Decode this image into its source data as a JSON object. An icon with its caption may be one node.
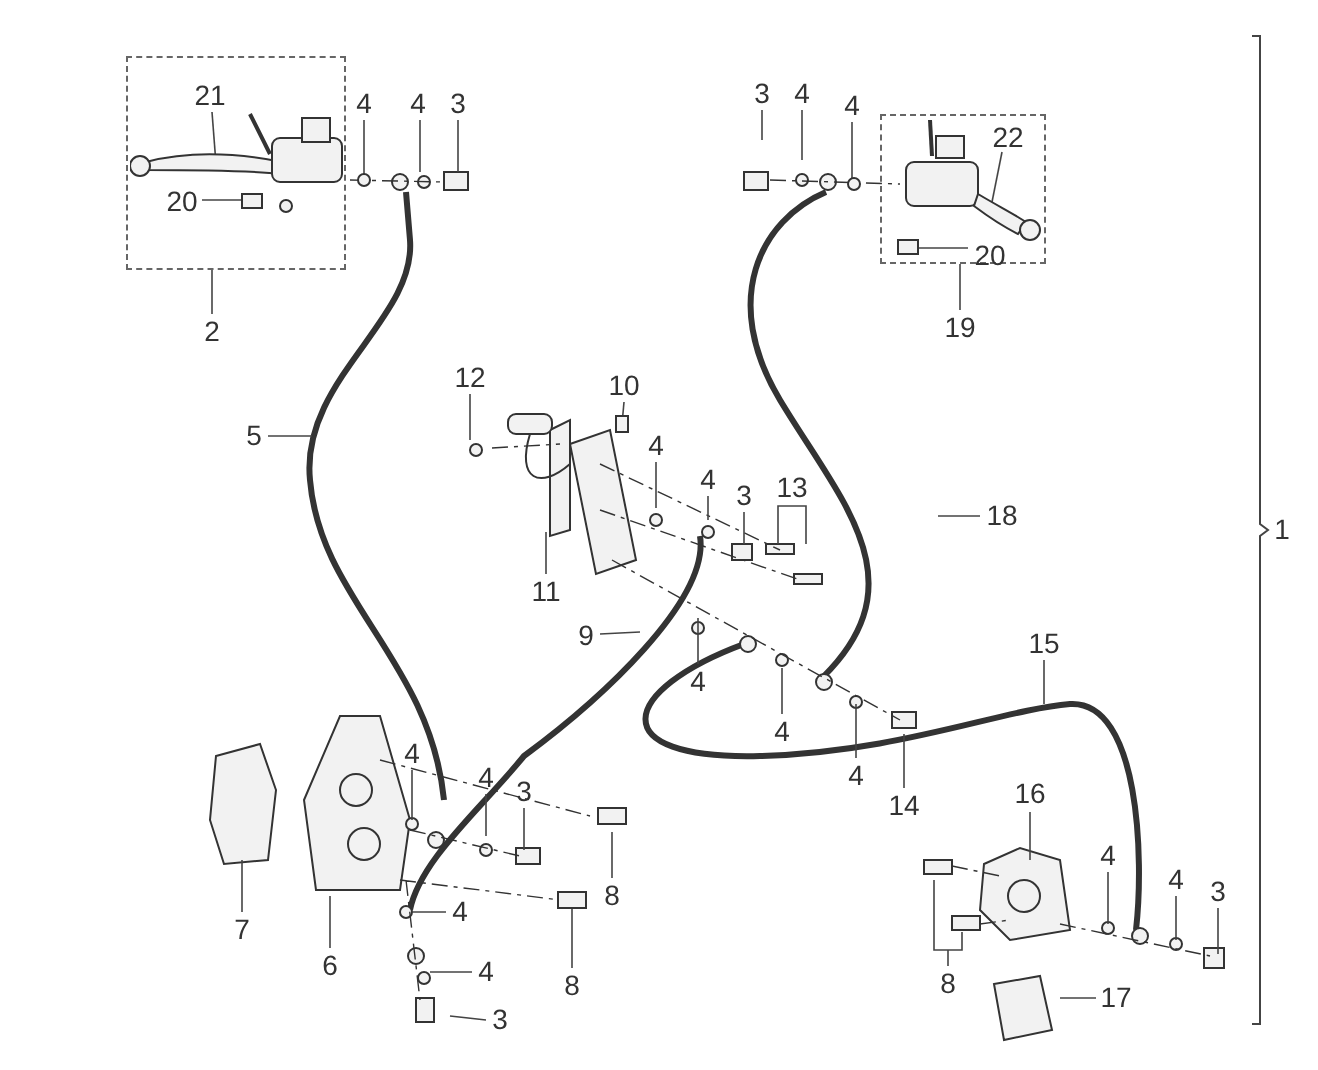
{
  "diagram": {
    "nodes": [
      {
        "text": [],
        "shape": "box"
      },
      {
        "text": [
          "21"
        ],
        "in": 0
      },
      {
        "text": [
          "20"
        ],
        "in": 0
      },
      {
        "text": [
          "4"
        ]
      },
      {
        "text": [
          "4"
        ]
      },
      {
        "text": [
          "3"
        ]
      },
      {
        "text": [
          "2"
        ]
      },
      {
        "text": [],
        "shape": "box"
      },
      {
        "text": [
          "22"
        ],
        "in": 7
      },
      {
        "text": [
          "20"
        ],
        "in": 7
      },
      {
        "text": [
          "3"
        ]
      },
      {
        "text": [
          "4"
        ]
      },
      {
        "text": [
          "4"
        ]
      },
      {
        "text": [
          "19"
        ]
      },
      {
        "text": [
          "5"
        ]
      },
      {
        "text": [
          "12"
        ]
      },
      {
        "text": [
          "10"
        ]
      },
      {
        "text": [
          "4"
        ]
      },
      {
        "text": [
          "4"
        ]
      },
      {
        "text": [
          "3"
        ]
      },
      {
        "text": [
          "13"
        ]
      },
      {
        "text": [
          "11"
        ]
      },
      {
        "text": [
          "18"
        ]
      },
      {
        "text": [
          "9"
        ]
      },
      {
        "text": [
          "4"
        ]
      },
      {
        "text": [
          "4"
        ]
      },
      {
        "text": [
          "4"
        ]
      },
      {
        "text": [
          "14"
        ]
      },
      {
        "text": [
          "15"
        ]
      },
      {
        "text": [
          "7"
        ]
      },
      {
        "text": [
          "6"
        ]
      },
      {
        "text": [
          "4"
        ]
      },
      {
        "text": [
          "4"
        ]
      },
      {
        "text": [
          "3"
        ]
      },
      {
        "text": [
          "8"
        ]
      },
      {
        "text": [
          "4"
        ]
      },
      {
        "text": [
          "8"
        ]
      },
      {
        "text": [
          "4"
        ]
      },
      {
        "text": [
          "3"
        ]
      },
      {
        "text": [
          "16"
        ]
      },
      {
        "text": [
          "4"
        ]
      },
      {
        "text": [
          "4"
        ]
      },
      {
        "text": [
          "3"
        ]
      },
      {
        "text": [
          "8"
        ]
      },
      {
        "text": [
          "17"
        ]
      },
      {
        "text": [],
        "shape": "picture",
        "in": 0
      },
      {
        "text": [],
        "shape": "picture",
        "in": 7
      },
      {
        "text": [],
        "shape": "box",
        "in": 0
      },
      {
        "text": [],
        "shape": "circle"
      },
      {
        "text": [],
        "shape": "box",
        "in": 7
      },
      {
        "text": [],
        "shape": "circle"
      },
      {
        "text": [],
        "shape": "box"
      },
      {
        "text": [],
        "shape": "box"
      }
    ],
    "edges": [
      {
        "from": 1,
        "to": 45,
        "arrow": "none"
      },
      {
        "from": 2,
        "to": 47,
        "arrow": "none"
      },
      {
        "from": 3,
        "to": 48,
        "arrow": "none"
      },
      {
        "from": 4,
        "to": null,
        "arrow": "none"
      },
      {
        "from": 5,
        "to": null,
        "arrow": "none"
      },
      {
        "from": 6,
        "to": 0,
        "arrow": "none"
      },
      {
        "from": 8,
        "to": 46,
        "arrow": "none"
      },
      {
        "from": 9,
        "to": 49,
        "arrow": "none"
      },
      {
        "from": 10,
        "to": null,
        "arrow": "none"
      },
      {
        "from": 11,
        "to": null,
        "arrow": "none"
      },
      {
        "from": 12,
        "to": 50,
        "arrow": "none"
      },
      {
        "from": 13,
        "to": 7,
        "arrow": "none"
      },
      {
        "from": 14,
        "to": null,
        "arrow": "none"
      },
      {
        "from": 15,
        "to": null,
        "arrow": "none"
      },
      {
        "from": 16,
        "to": 51,
        "arrow": "none"
      },
      {
        "from": 17,
        "to": null,
        "arrow": "none"
      },
      {
        "from": 18,
        "to": null,
        "arrow": "none"
      },
      {
        "from": 19,
        "to": null,
        "arrow": "none"
      },
      {
        "from": 20,
        "to": null,
        "arrow": "none"
      },
      {
        "from": 21,
        "to": null,
        "arrow": "none"
      },
      {
        "from": 22,
        "to": null,
        "arrow": "none"
      },
      {
        "from": 23,
        "to": null,
        "arrow": "none"
      },
      {
        "from": 24,
        "to": null,
        "arrow": "none"
      },
      {
        "from": 25,
        "to": null,
        "arrow": "none"
      },
      {
        "from": 26,
        "to": null,
        "arrow": "none"
      },
      {
        "from": 27,
        "to": null,
        "arrow": "none"
      },
      {
        "from": 28,
        "to": null,
        "arrow": "none"
      },
      {
        "from": 29,
        "to": null,
        "arrow": "none"
      },
      {
        "from": 30,
        "to": null,
        "arrow": "none"
      },
      {
        "from": 31,
        "to": null,
        "arrow": "none"
      },
      {
        "from": 32,
        "to": null,
        "arrow": "none"
      },
      {
        "from": 33,
        "to": null,
        "arrow": "none"
      },
      {
        "from": 34,
        "to": null,
        "arrow": "none"
      },
      {
        "from": 35,
        "to": null,
        "arrow": "none"
      },
      {
        "from": 36,
        "to": 52,
        "arrow": "none"
      },
      {
        "from": 37,
        "to": null,
        "arrow": "none"
      },
      {
        "from": 38,
        "to": null,
        "arrow": "none"
      },
      {
        "from": 39,
        "to": null,
        "arrow": "none"
      },
      {
        "from": 40,
        "to": null,
        "arrow": "none"
      },
      {
        "from": 41,
        "to": null,
        "arrow": "none"
      },
      {
        "from": 42,
        "to": null,
        "arrow": "none"
      },
      {
        "from": 43,
        "to": null,
        "arrow": "none"
      },
      {
        "from": 44,
        "to": null,
        "arrow": "none"
      }
    ],
    "labels": [
      "1"
    ]
  }
}
